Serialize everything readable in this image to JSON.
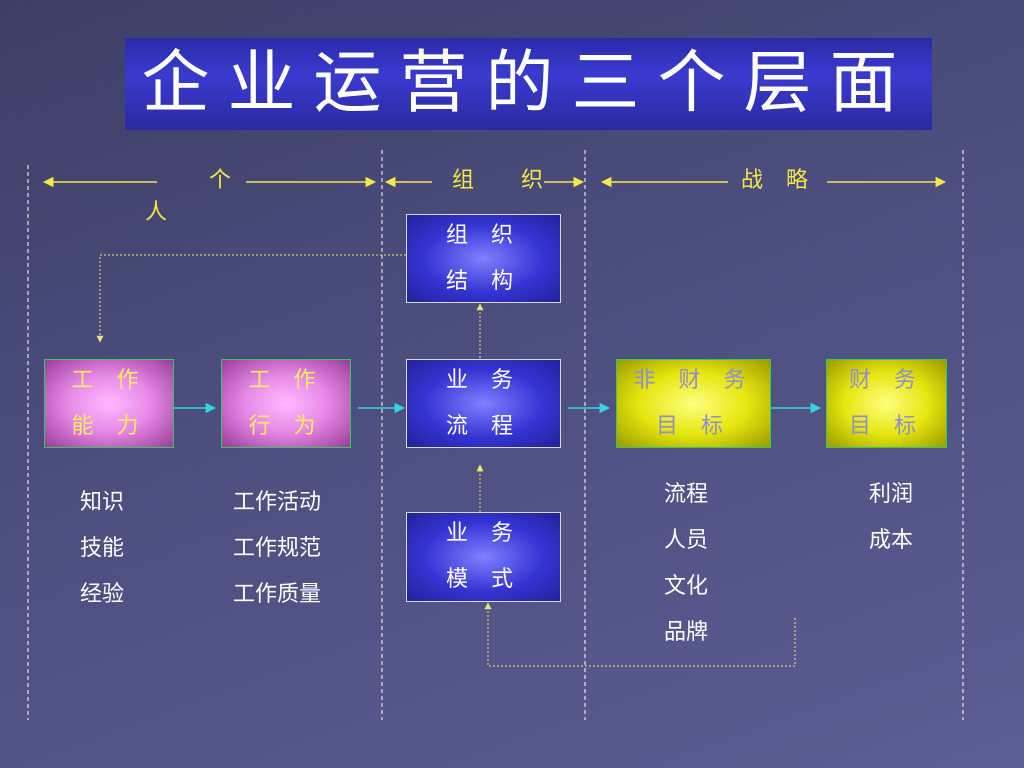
{
  "title": "企业运营的三个层面",
  "headers": {
    "individual_part1": "个",
    "individual_part2": "人",
    "organization": "组 织",
    "strategy": "战 略"
  },
  "boxes": {
    "org_structure": {
      "line1": "组 织",
      "line2": "结 构"
    },
    "work_ability": {
      "line1": "工 作",
      "line2": "能 力"
    },
    "work_behavior": {
      "line1": "工 作",
      "line2": "行 为"
    },
    "business_process": {
      "line1": "业 务",
      "line2": "流 程"
    },
    "business_model": {
      "line1": "业 务",
      "line2": "模 式"
    },
    "non_financial_goal": {
      "line1": "非 财 务",
      "line2": "目 标"
    },
    "financial_goal": {
      "line1": "财 务",
      "line2": "目 标"
    }
  },
  "lists": {
    "ability": [
      "知识",
      "技能",
      "经验"
    ],
    "behavior": [
      "工作活动",
      "工作规范",
      "工作质量"
    ],
    "non_financial": [
      "流程",
      "人员",
      "文化",
      "品牌"
    ],
    "financial": [
      "利润",
      "成本"
    ]
  },
  "colors": {
    "header_text": "#f5e64a",
    "flow_arrow": "#33d6e0",
    "dotted_connector": "#e8e870",
    "divider": "#ffffff"
  }
}
